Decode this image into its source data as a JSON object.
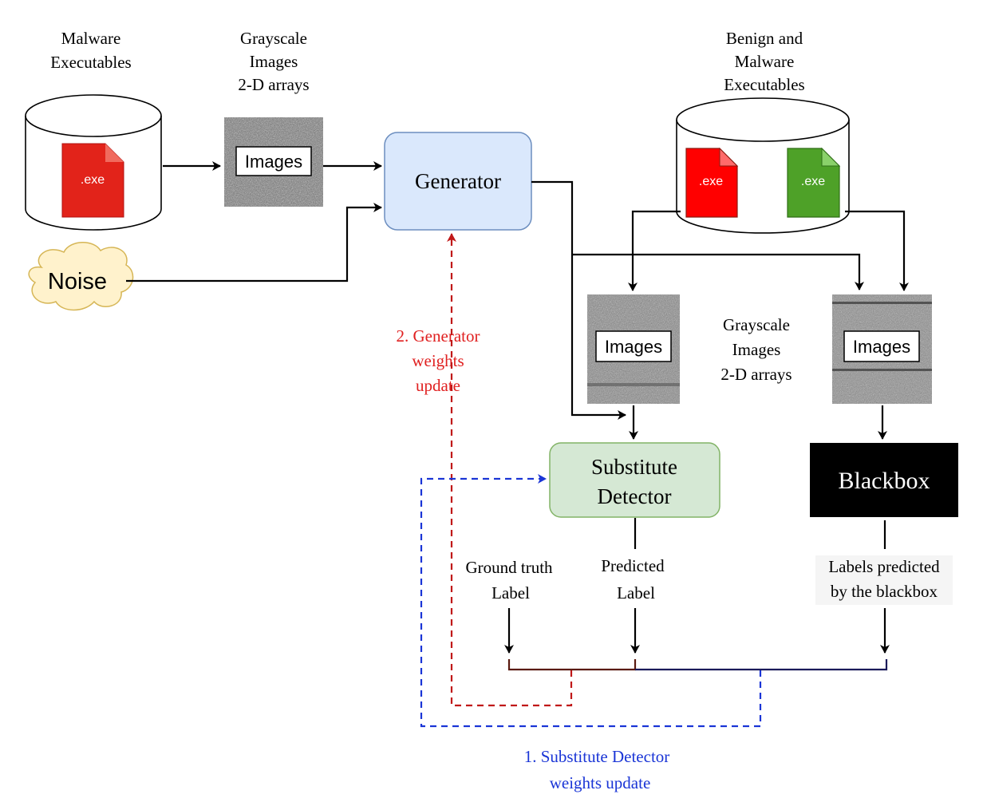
{
  "labels": {
    "malware_title_1": "Malware",
    "malware_title_2": "Executables",
    "grayscale_top_1": "Grayscale",
    "grayscale_top_2": "Images",
    "grayscale_top_3": "2-D arrays",
    "benign_title_1": "Benign and",
    "benign_title_2": "Malware",
    "benign_title_3": "Executables",
    "grayscale_mid_1": "Grayscale",
    "grayscale_mid_2": "Images",
    "grayscale_mid_3": "2-D arrays",
    "ground_truth_1": "Ground truth",
    "ground_truth_2": "Label",
    "predicted_1": "Predicted",
    "predicted_2": "Label",
    "bb_labels_1": "Labels predicted",
    "bb_labels_2": "by the blackbox",
    "gen_update_1": "2. Generator",
    "gen_update_2": "weights",
    "gen_update_3": "update",
    "sub_update_1": "1. Substitute Detector",
    "sub_update_2": "weights update"
  },
  "nodes": {
    "generator": "Generator",
    "substitute_1": "Substitute",
    "substitute_2": "Detector",
    "blackbox": "Blackbox",
    "noise": "Noise",
    "images_label": "Images",
    "exe_label": ".exe"
  },
  "colors": {
    "malware_red": "#e2231a",
    "benign_green": "#4ea128",
    "generator_fill": "#dae8fc",
    "generator_stroke": "#6c8ebf",
    "substitute_fill": "#d5e8d4",
    "substitute_stroke": "#82b366",
    "noise_fill": "#fff2cc",
    "noise_stroke": "#d6b656",
    "generator_update": "#e02020",
    "substitute_update": "#1a35d6",
    "blackbox_fill": "#000000"
  }
}
